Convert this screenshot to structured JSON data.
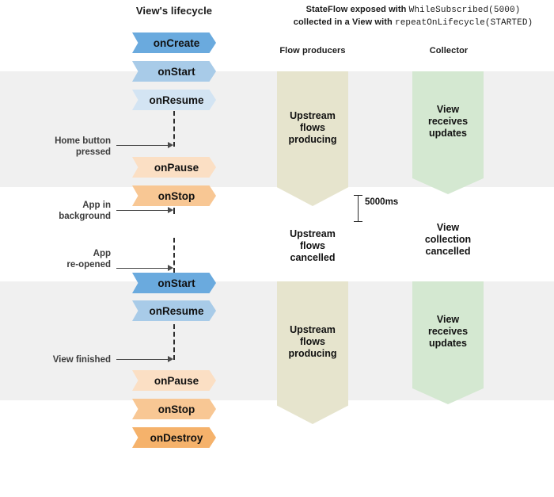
{
  "diagram": {
    "title_lifecycle": "View's lifecycle",
    "header": {
      "line1_bold": "StateFlow exposed with ",
      "line1_mono": "WhileSubscribed(5000)",
      "line2_bold": "collected in a View with ",
      "line2_mono": "repeatOnLifecycle(STARTED)"
    },
    "column_titles": {
      "producers": "Flow producers",
      "collector": "Collector"
    },
    "lifecycle_events": [
      {
        "label": "onCreate",
        "color": "#6aaade"
      },
      {
        "label": "onStart",
        "color": "#a8cbe8"
      },
      {
        "label": "onResume",
        "color": "#d3e4f3"
      },
      {
        "label": "onPause",
        "color": "#fbdfc4"
      },
      {
        "label": "onStop",
        "color": "#f8c794"
      },
      {
        "label": "onStart",
        "color": "#6aaade"
      },
      {
        "label": "onResume",
        "color": "#a8cbe8"
      },
      {
        "label": "onPause",
        "color": "#fbdfc4"
      },
      {
        "label": "onStop",
        "color": "#f8c794"
      },
      {
        "label": "onDestroy",
        "color": "#f5b26b"
      }
    ],
    "annotations": [
      {
        "line1": "Home button",
        "line2": "pressed"
      },
      {
        "line1": "App in",
        "line2": "background"
      },
      {
        "line1": "App",
        "line2": "re-opened"
      },
      {
        "line1": "View finished",
        "line2": ""
      }
    ],
    "producer_states": [
      {
        "text": "Upstream flows producing",
        "active": true,
        "color": "#e6e4cd"
      },
      {
        "text": "Upstream flows cancelled",
        "active": false,
        "color": ""
      },
      {
        "text": "Upstream flows producing",
        "active": true,
        "color": "#e6e4cd"
      }
    ],
    "collector_states": [
      {
        "text": "View receives updates",
        "active": true,
        "color": "#d4e8d1"
      },
      {
        "text": "View collection cancelled",
        "active": false,
        "color": ""
      },
      {
        "text": "View receives updates",
        "active": true,
        "color": "#d4e8d1"
      }
    ],
    "timeout": {
      "label": "5000ms"
    },
    "producer_text_1_l1": "Upstream",
    "producer_text_1_l2": "flows",
    "producer_text_1_l3": "producing",
    "producer_text_2_l1": "Upstream",
    "producer_text_2_l2": "flows",
    "producer_text_2_l3": "cancelled",
    "producer_text_3_l1": "Upstream",
    "producer_text_3_l2": "flows",
    "producer_text_3_l3": "producing",
    "collector_text_1_l1": "View",
    "collector_text_1_l2": "receives",
    "collector_text_1_l3": "updates",
    "collector_text_2_l1": "View",
    "collector_text_2_l2": "collection",
    "collector_text_2_l3": "cancelled",
    "collector_text_3_l1": "View",
    "collector_text_3_l2": "receives",
    "collector_text_3_l3": "updates"
  }
}
